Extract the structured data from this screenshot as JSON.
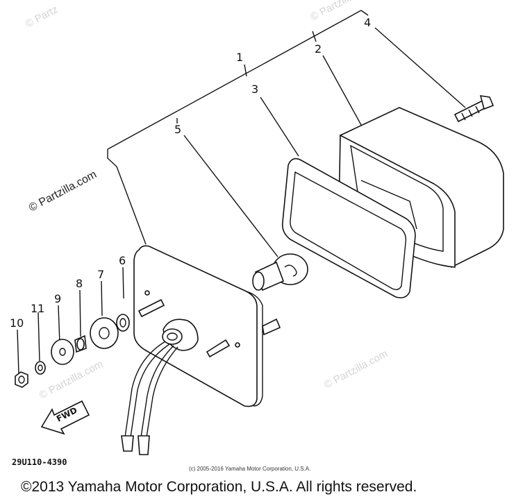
{
  "watermark": {
    "text": "© Partzilla.com",
    "short_text": "© Partz"
  },
  "callouts": {
    "c1": "1",
    "c2": "2",
    "c3": "3",
    "c4": "4",
    "c5": "5",
    "c6": "6",
    "c7": "7",
    "c8": "8",
    "c9": "9",
    "c10": "10",
    "c11": "11"
  },
  "fwd_label": "FWD",
  "part_code": "29U110-4390",
  "small_copyright": "(c) 2005-2016 Yamaha Motor Corporation, U.S.A.",
  "footer_copyright": "©2013 Yamaha Motor Corporation, U.S.A. All rights reserved."
}
